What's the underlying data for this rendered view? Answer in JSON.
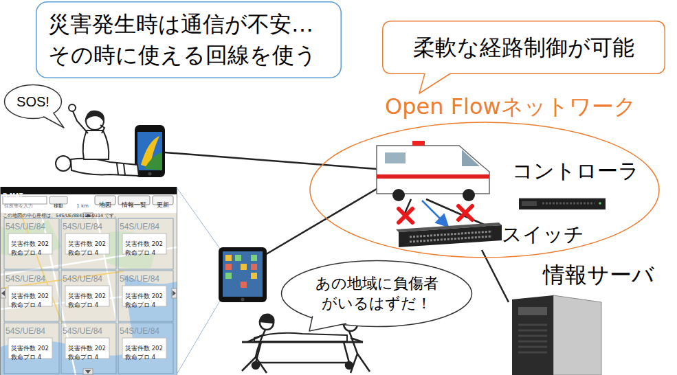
{
  "diagram": {
    "nodes": [
      {
        "text": [
          "災害発生時は通信が不安… その時に使える回線を使う"
        ]
      },
      {
        "text": [
          "柔軟な経路制御が可能"
        ]
      },
      {
        "text": [
          "SOS!"
        ]
      },
      {
        "text": [
          "Open Flowネットワーク"
        ]
      },
      {
        "text": [
          "コントローラ"
        ],
        "in": 3
      },
      {
        "text": [
          "スイッチ"
        ],
        "in": 3
      },
      {
        "text": [
          "情報サーバ"
        ]
      },
      {
        "text": [
          "あの地域に負傷者 がいるはずだ！"
        ]
      }
    ],
    "edges": [
      {
        "from": 5,
        "to": 6,
        "arrow": "none"
      }
    ],
    "labels": [
      "D-MAT",
      "住所等を入力",
      "移動",
      "1 km",
      "地図",
      "情報一覧",
      "更新",
      "この地図の中心座標は、54S/UE/88410/60314 です。",
      "54S/UE/84",
      "災害件数 202",
      "救命プロ 4",
      "54S/UE/84",
      "災害件数 202",
      "救命プロ 4",
      "54S/UE/84",
      "災害件数 202",
      "救命プロ 4",
      "54S/UE/84",
      "災害件数 202",
      "救命プロ 4",
      "54S/UE/84",
      "災害件数 202",
      "救命プロ 4",
      "54S/UE/84",
      "災害件数 202",
      "救命プロ 4",
      "54S/UE/84",
      "災害件数 202",
      "救命プロ 4",
      "54S/UE/84",
      "災害件数 202",
      "救命プロ 4",
      "54S/UE/84",
      "災害件数 202",
      "救命プロ 4"
    ]
  }
}
